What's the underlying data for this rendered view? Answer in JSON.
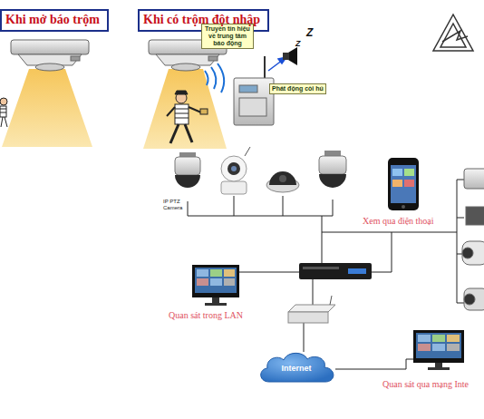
{
  "diagram": {
    "nodes": [
      {
        "text": [
          "Khi mở báo trộm"
        ]
      },
      {
        "text": [
          "Khi có trộm đột nhập"
        ]
      },
      {
        "text": [
          "Truyền tín hiệu về trung tâm báo động"
        ]
      },
      {
        "text": [
          "Phát động còi hú"
        ]
      },
      {
        "text": [
          "Internet"
        ]
      }
    ],
    "labels": [
      "Z",
      "Z",
      "IP PTZ Camera",
      "Xem qua điện thoại",
      "Quan sát trong LAN",
      "Quan sát qua mạng Inte"
    ]
  }
}
